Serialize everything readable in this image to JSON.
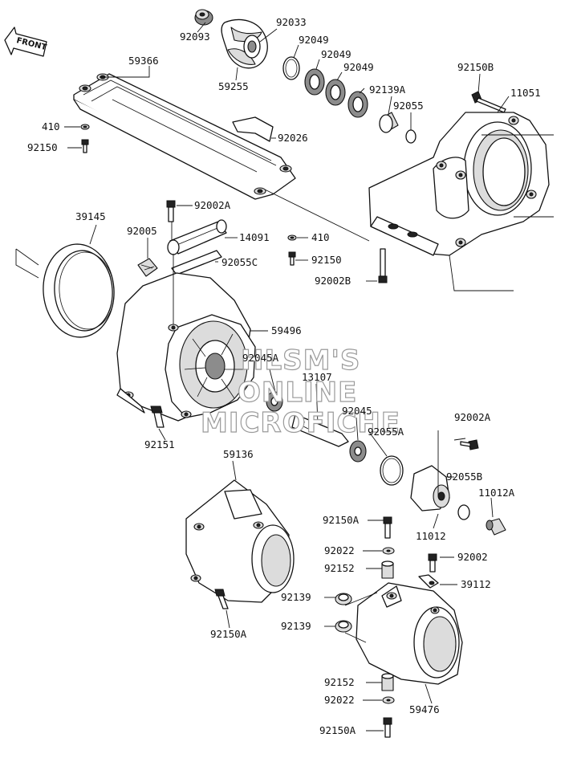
{
  "diagram": {
    "front_arrow_text": "FRONT",
    "watermark": [
      "HLSM'S",
      "ONLINE",
      "MICROFICHE"
    ],
    "labels": {
      "p92093": "92093",
      "p92033": "92033",
      "p92049a": "92049",
      "p92049b": "92049",
      "p92049c": "92049",
      "p59366": "59366",
      "p59255": "59255",
      "p92139A": "92139A",
      "p92055": "92055",
      "p92150B": "92150B",
      "p11051": "11051",
      "p410a": "410",
      "p92150a": "92150",
      "p92026": "92026",
      "p92002A_top": "92002A",
      "p39145": "39145",
      "p92005": "92005",
      "p14091": "14091",
      "p410b": "410",
      "p92150b": "92150",
      "p92055C": "92055C",
      "p92002B": "92002B",
      "p59496": "59496",
      "p92045A": "92045A",
      "p13107": "13107",
      "p92045": "92045",
      "p92151": "92151",
      "p92002A_mid": "92002A",
      "p92055A": "92055A",
      "p59136": "59136",
      "p92055B": "92055B",
      "p11012A": "11012A",
      "p92150A_a": "92150A",
      "p11012": "11012",
      "p92022a": "92022",
      "p92002": "92002",
      "p92152a": "92152",
      "p39112": "39112",
      "p92139a": "92139",
      "p92150A_b": "92150A",
      "p92139b": "92139",
      "p92152b": "92152",
      "p92022b": "92022",
      "p59476": "59476",
      "p92150A_c": "92150A"
    }
  }
}
